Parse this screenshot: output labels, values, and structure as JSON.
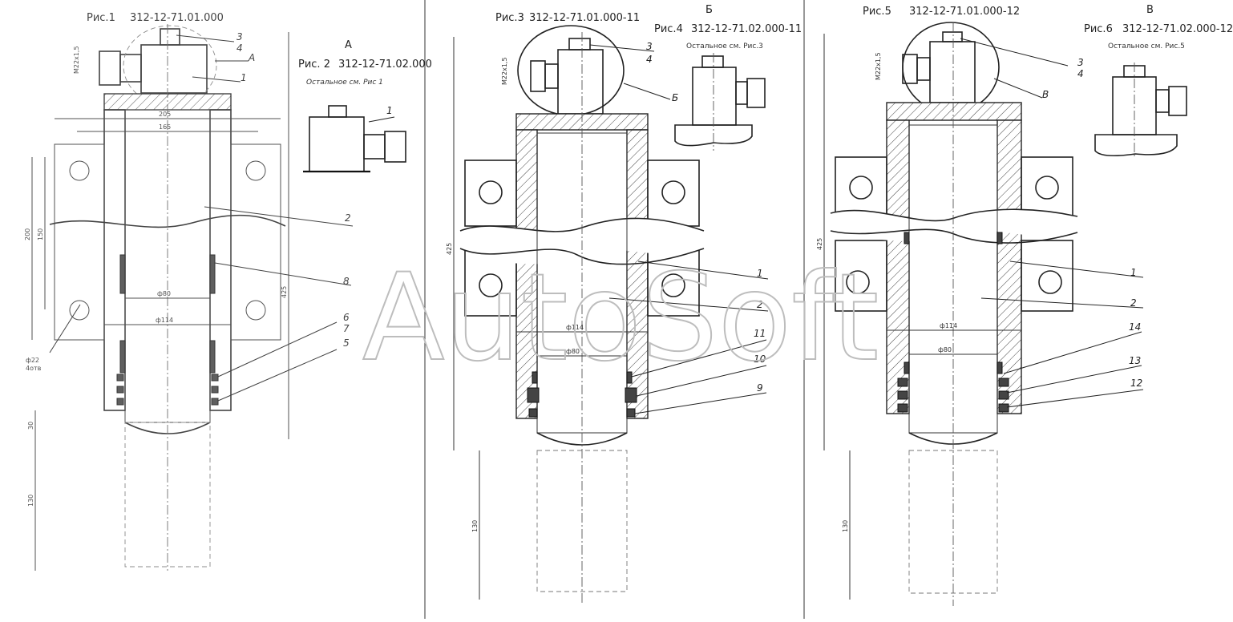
{
  "figures": {
    "fig1": {
      "label": "Рис.1",
      "code": "312-12-71.01.000"
    },
    "fig2": {
      "label": "Рис. 2",
      "code": "312-12-71.02.000",
      "note": "Остальное см. Рис 1",
      "view_letter": "А"
    },
    "fig3": {
      "label": "Рис.3",
      "code": "312-12-71.01.000-11"
    },
    "fig4": {
      "label": "Рис.4",
      "code": "312-12-71.02.000-11",
      "note": "Остальное см. Рис.3",
      "view_letter": "Б"
    },
    "fig5": {
      "label": "Рис.5",
      "code": "312-12-71.01.000-12"
    },
    "fig6": {
      "label": "Рис.6",
      "code": "312-12-71.02.000-12",
      "note": "Остальное см. Рис.5",
      "view_letter": "В"
    }
  },
  "callouts": {
    "fig1": [
      "3",
      "4",
      "А",
      "1",
      "2",
      "8",
      "6",
      "7",
      "5"
    ],
    "fig2": [
      "1"
    ],
    "fig3": [
      "3",
      "4",
      "Б",
      "1",
      "2",
      "11",
      "10",
      "9"
    ],
    "fig5": [
      "3",
      "4",
      "В",
      "1",
      "2",
      "14",
      "13",
      "12"
    ]
  },
  "dimensions": {
    "fig1": [
      "M22x1,5",
      "205",
      "165",
      "200",
      "150",
      "425",
      "ф80",
      "ф114",
      "ф22",
      "4отв",
      "30",
      "130"
    ],
    "fig3": [
      "M22x1,5",
      "425",
      "ф114",
      "ф80",
      "130"
    ],
    "fig5": [
      "M22x1,5",
      "425",
      "ф114",
      "ф80",
      "130"
    ]
  },
  "watermark": "AutoSoft"
}
